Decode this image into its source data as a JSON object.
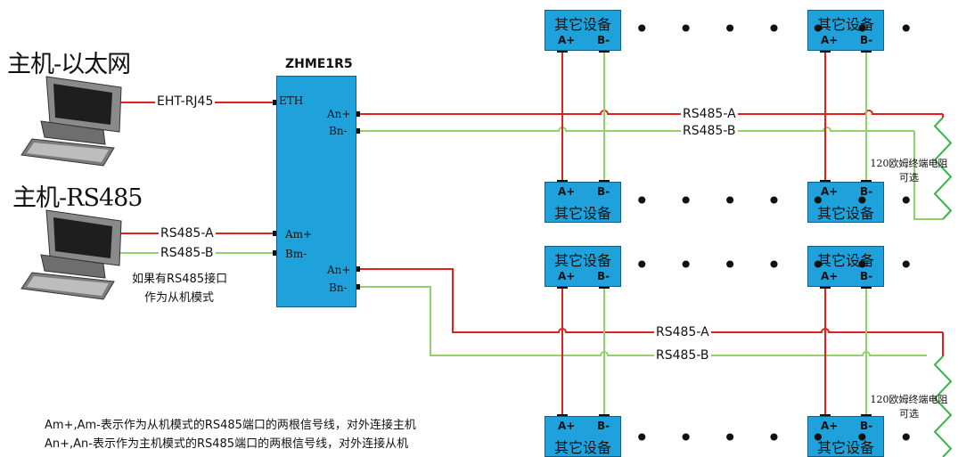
{
  "hosts": {
    "ethernet_title": "主机-以太网",
    "rs485_title": "主机-RS485",
    "rs485_note_line1": "如果有RS485接口",
    "rs485_note_line2": "作为从机模式"
  },
  "gateway": {
    "model": "ZHME1R5",
    "ports": {
      "eth": "ETH",
      "am_plus": "Am+",
      "bm_minus": "Bm-",
      "an_plus": "An+",
      "bn_minus": "Bn-"
    }
  },
  "wires": {
    "eth_link": "EHT-RJ45",
    "host_a": "RS485-A",
    "host_b": "RS485-B",
    "bus_a": "RS485-A",
    "bus_b": "RS485-B"
  },
  "device": {
    "name": "其它设备",
    "pin_a": "A+",
    "pin_b": "B-"
  },
  "continuation": "• • • • • • •",
  "termination": {
    "line1": "120欧姆终端电阻",
    "line2": "可选"
  },
  "legend": {
    "line1": "Am+,Am-表示作为从机模式的RS485端口的两根信号线，对外连接主机",
    "line2": "An+,An-表示作为主机模式的RS485端口的两根信号线，对外连接从机"
  },
  "colors": {
    "a_line": "#e0201e",
    "b_line": "#8fd16a",
    "box_fill": "#1fa2dc",
    "box_border": "#0f5f86"
  }
}
